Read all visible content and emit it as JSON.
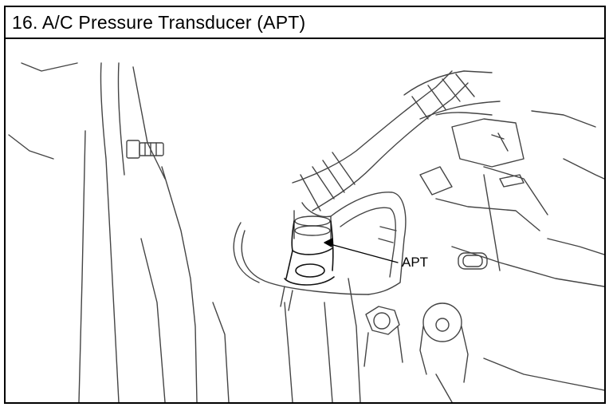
{
  "header": {
    "title": "16. A/C Pressure Transducer (APT)"
  },
  "figure": {
    "subject": "illustration-engine-bay-ac-line",
    "callouts": [
      {
        "label": "APT"
      }
    ]
  }
}
